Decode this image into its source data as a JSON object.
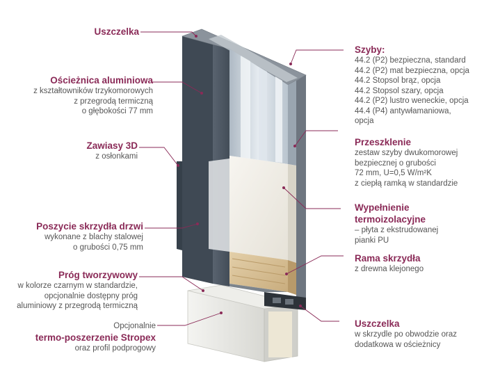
{
  "colors": {
    "accent": "#8a2a57",
    "text": "#555555",
    "leader": "#8a2a57",
    "skin": "#4d5864",
    "glass": "#c9d3dc",
    "foam": "#f2efe8",
    "wood": "#d8c29a",
    "threshold": "#e7e7e3"
  },
  "labels": {
    "uszczelka_top": {
      "title": "Uszczelka"
    },
    "oscieznica": {
      "title": "Ościeżnica aluminiowa",
      "desc": [
        "z kształtowników trzykomorowych",
        "z przegrodą termiczną",
        "o głębokości 77 mm"
      ]
    },
    "zawiasy": {
      "title": "Zawiasy 3D",
      "desc": [
        "z osłonkami"
      ]
    },
    "poszycie": {
      "title": "Poszycie skrzydła drzwi",
      "desc": [
        "wykonane z blachy stalowej",
        "o grubości 0,75 mm"
      ]
    },
    "prog": {
      "title": "Próg tworzywowy",
      "desc": [
        "w kolorze czarnym w standardzie,",
        "opcjonalnie dostępny próg",
        "aluminiowy z przegrodą termiczną"
      ]
    },
    "termo": {
      "pre": "Opcjonalnie",
      "title": "termo-poszerzenie Stropex",
      "desc": [
        "oraz profil podprogowy"
      ]
    },
    "szyby": {
      "title": "Szyby:",
      "desc": [
        "44.2 (P2) bezpieczna, standard",
        "44.2 (P2) mat bezpieczna, opcja",
        "44.2 Stopsol brąz, opcja",
        "44.2 Stopsol szary, opcja",
        "44.2 (P2) lustro weneckie, opcja",
        "44.4 (P4) antywłamaniowa,",
        "opcja"
      ]
    },
    "przeszklenie": {
      "title": "Przeszklenie",
      "desc": [
        "zestaw szyby dwukomorowej",
        "bezpiecznej o grubości",
        "72 mm, U=0,5 W/m²K",
        "z ciepłą ramką w standardzie"
      ]
    },
    "wypelnienie": {
      "title1": "Wypełnienie",
      "title2": "termoizolacyjne",
      "desc": [
        "– płyta z ekstrudowanej",
        "pianki PU"
      ]
    },
    "rama": {
      "title": "Rama skrzydła",
      "desc": [
        "z drewna klejonego"
      ]
    },
    "uszczelka_bottom": {
      "title": "Uszczelka",
      "desc": [
        "w skrzydle po obwodzie oraz",
        "dodatkowa w ościeżnicy"
      ]
    }
  }
}
